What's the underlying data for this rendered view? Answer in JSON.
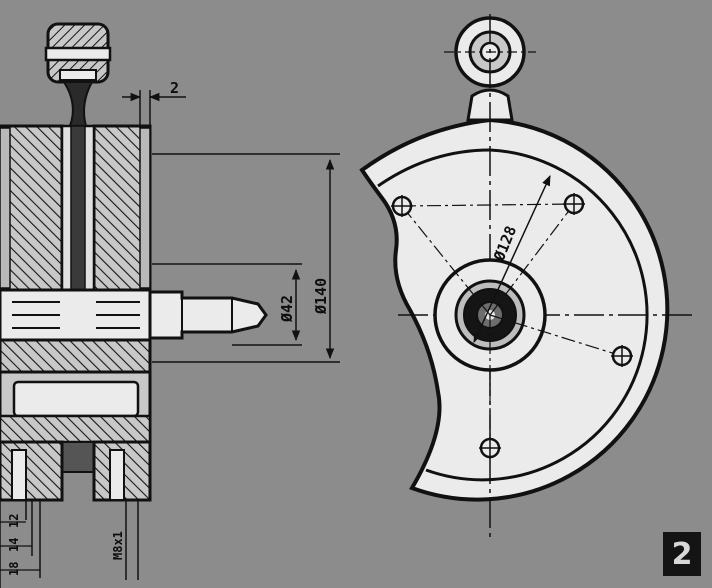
{
  "figure": {
    "number": "2"
  },
  "dimensions": {
    "gap": "2",
    "shaft_diameter": "Ø42",
    "outer_diameter": "Ø140",
    "bolt_circle": "Ø128",
    "offset_a": "12",
    "offset_b": "14",
    "offset_c": "18",
    "thread": "M8x1"
  },
  "colors": {
    "background": "#8c8c8c",
    "ink": "#121212",
    "part": "#ebebeb",
    "hatch_bg": "#c8c8c8"
  }
}
